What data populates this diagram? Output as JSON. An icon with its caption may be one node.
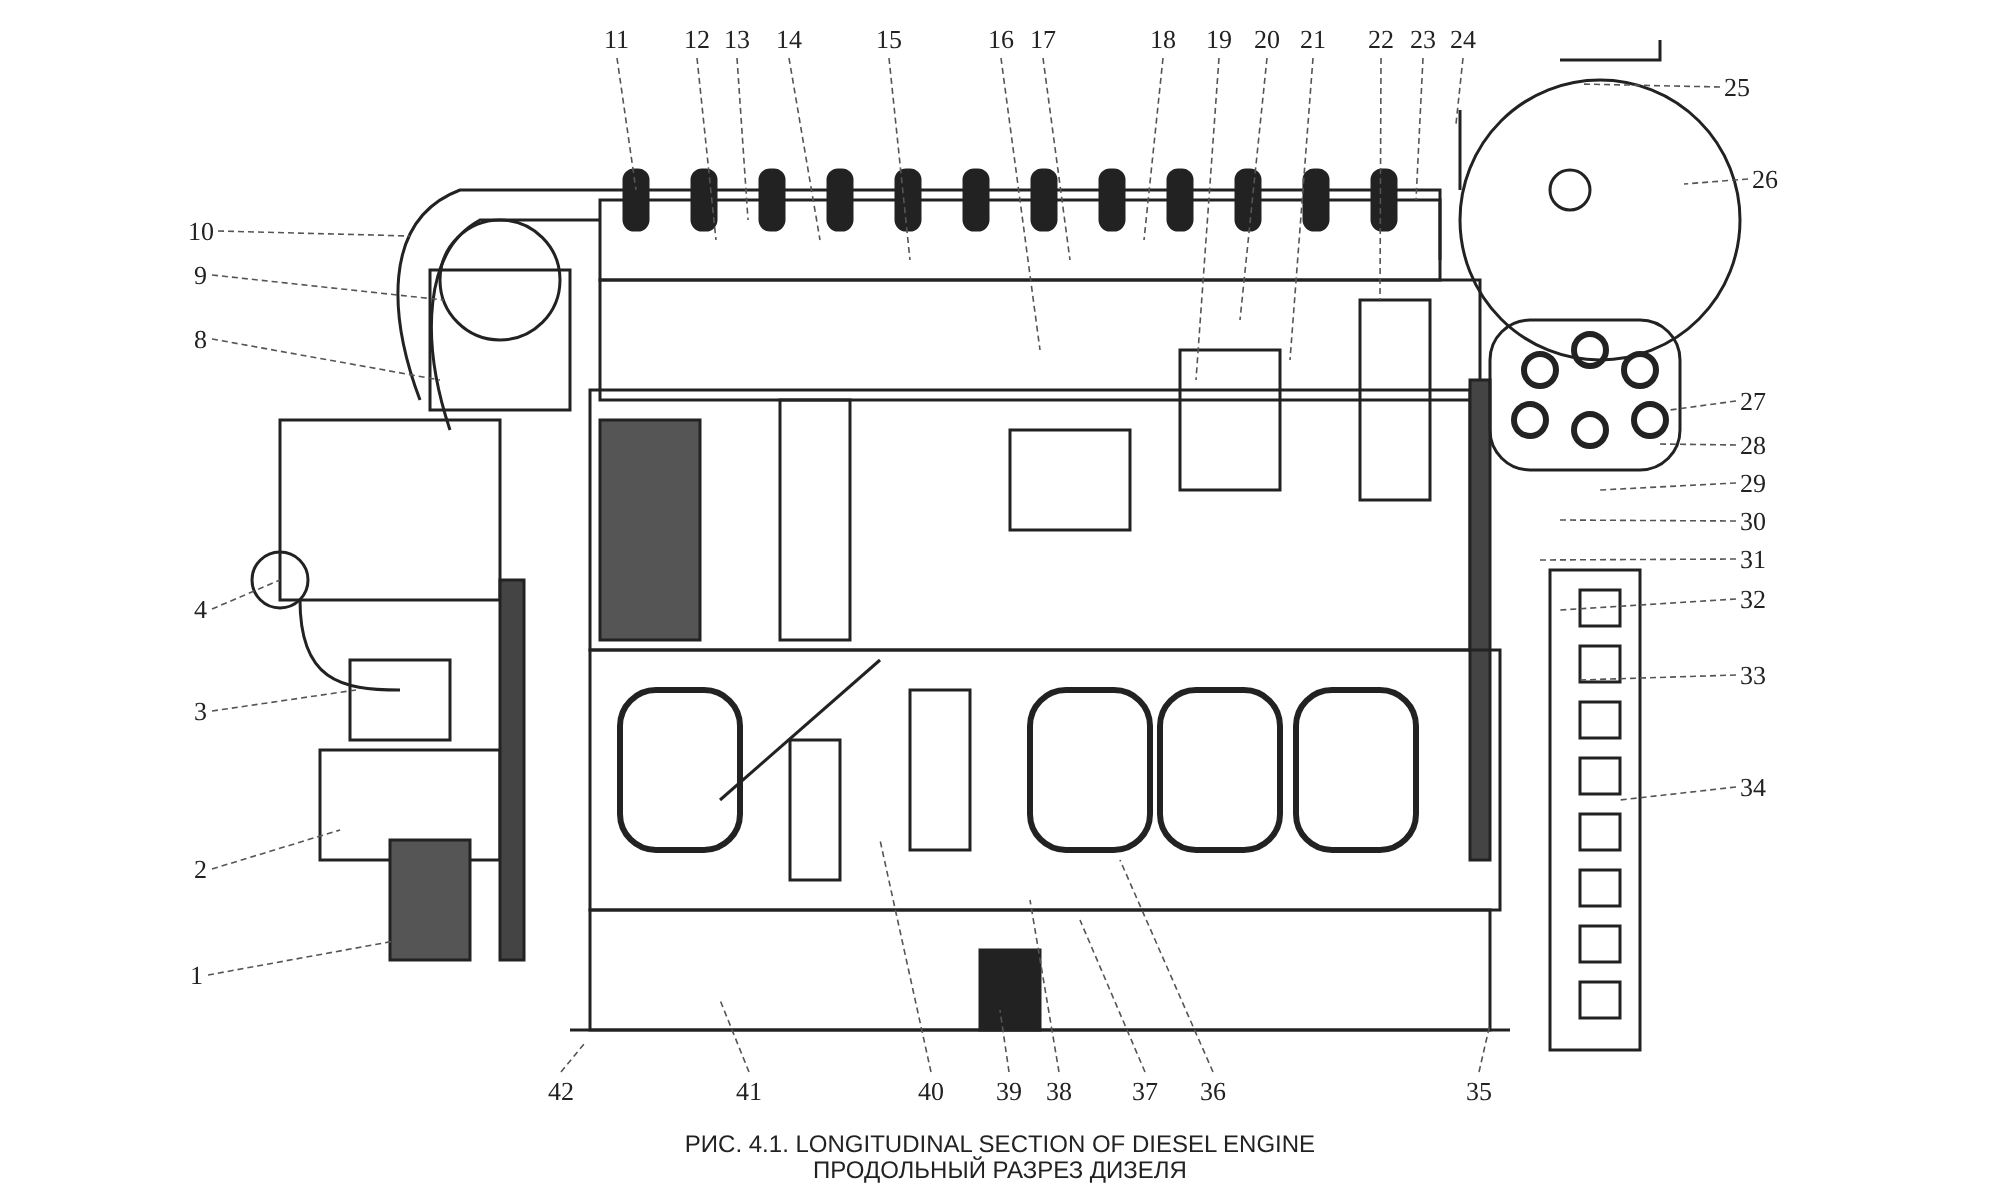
{
  "diagram": {
    "caption": "РИС. 4.1. LONGITUDINAL SECTION OF DIESEL ENGINE ПРОДОЛЬНЫЙ РАЗРЕЗ ДИЗЕЛЯ",
    "nodes": [
      {
        "text": [
          "1"
        ]
      },
      {
        "text": [
          "2"
        ]
      },
      {
        "text": [
          "3"
        ]
      },
      {
        "text": [
          "4"
        ]
      },
      {
        "text": [
          "8"
        ]
      },
      {
        "text": [
          "9"
        ]
      },
      {
        "text": [
          "10"
        ]
      },
      {
        "text": [
          "11"
        ]
      },
      {
        "text": [
          "12"
        ]
      },
      {
        "text": [
          "13"
        ]
      },
      {
        "text": [
          "14"
        ]
      },
      {
        "text": [
          "15"
        ]
      },
      {
        "text": [
          "16"
        ]
      },
      {
        "text": [
          "17"
        ]
      },
      {
        "text": [
          "18"
        ]
      },
      {
        "text": [
          "19"
        ]
      },
      {
        "text": [
          "20"
        ]
      },
      {
        "text": [
          "21"
        ]
      },
      {
        "text": [
          "22"
        ]
      },
      {
        "text": [
          "23"
        ]
      },
      {
        "text": [
          "24"
        ]
      },
      {
        "text": [
          "25"
        ]
      },
      {
        "text": [
          "26"
        ]
      },
      {
        "text": [
          "27"
        ]
      },
      {
        "text": [
          "28"
        ]
      },
      {
        "text": [
          "29"
        ]
      },
      {
        "text": [
          "30"
        ]
      },
      {
        "text": [
          "31"
        ]
      },
      {
        "text": [
          "32"
        ]
      },
      {
        "text": [
          "33"
        ]
      },
      {
        "text": [
          "34"
        ]
      },
      {
        "text": [
          "35"
        ]
      },
      {
        "text": [
          "36"
        ]
      },
      {
        "text": [
          "37"
        ]
      },
      {
        "text": [
          "38"
        ]
      },
      {
        "text": [
          "39"
        ]
      },
      {
        "text": [
          "40"
        ]
      },
      {
        "text": [
          "41"
        ]
      },
      {
        "text": [
          "42"
        ]
      }
    ],
    "edges": [
      {
        "from": 0,
        "to": null,
        "arrow": "none"
      },
      {
        "from": 1,
        "to": null,
        "arrow": "none"
      },
      {
        "from": 2,
        "to": null,
        "arrow": "none"
      },
      {
        "from": 3,
        "to": null,
        "arrow": "none"
      },
      {
        "from": 4,
        "to": null,
        "arrow": "none"
      },
      {
        "from": 5,
        "to": null,
        "arrow": "none"
      },
      {
        "from": 6,
        "to": null,
        "arrow": "none"
      },
      {
        "from": 7,
        "to": null,
        "arrow": "none"
      },
      {
        "from": 8,
        "to": null,
        "arrow": "none"
      },
      {
        "from": 9,
        "to": null,
        "arrow": "none"
      },
      {
        "from": 10,
        "to": null,
        "arrow": "none"
      },
      {
        "from": 11,
        "to": null,
        "arrow": "none"
      },
      {
        "from": 12,
        "to": null,
        "arrow": "none"
      },
      {
        "from": 13,
        "to": null,
        "arrow": "none"
      },
      {
        "from": 14,
        "to": null,
        "arrow": "none"
      },
      {
        "from": 15,
        "to": null,
        "arrow": "none"
      },
      {
        "from": 16,
        "to": null,
        "arrow": "none"
      },
      {
        "from": 17,
        "to": null,
        "arrow": "none"
      },
      {
        "from": 18,
        "to": null,
        "arrow": "none"
      },
      {
        "from": 19,
        "to": null,
        "arrow": "none"
      },
      {
        "from": 20,
        "to": null,
        "arrow": "none"
      },
      {
        "from": 21,
        "to": null,
        "arrow": "none"
      },
      {
        "from": 22,
        "to": null,
        "arrow": "none"
      },
      {
        "from": 23,
        "to": null,
        "arrow": "none"
      },
      {
        "from": 24,
        "to": null,
        "arrow": "none"
      },
      {
        "from": 25,
        "to": null,
        "arrow": "none"
      },
      {
        "from": 26,
        "to": null,
        "arrow": "none"
      },
      {
        "from": 27,
        "to": null,
        "arrow": "none"
      },
      {
        "from": 28,
        "to": null,
        "arrow": "none"
      },
      {
        "from": 29,
        "to": null,
        "arrow": "none"
      },
      {
        "from": 30,
        "to": null,
        "arrow": "none"
      },
      {
        "from": 31,
        "to": null,
        "arrow": "none"
      },
      {
        "from": 32,
        "to": null,
        "arrow": "none"
      },
      {
        "from": 33,
        "to": null,
        "arrow": "none"
      },
      {
        "from": 34,
        "to": null,
        "arrow": "none"
      },
      {
        "from": 35,
        "to": null,
        "arrow": "none"
      },
      {
        "from": 36,
        "to": null,
        "arrow": "none"
      },
      {
        "from": 37,
        "to": null,
        "arrow": "none"
      },
      {
        "from": 38,
        "to": null,
        "arrow": "none"
      }
    ]
  }
}
